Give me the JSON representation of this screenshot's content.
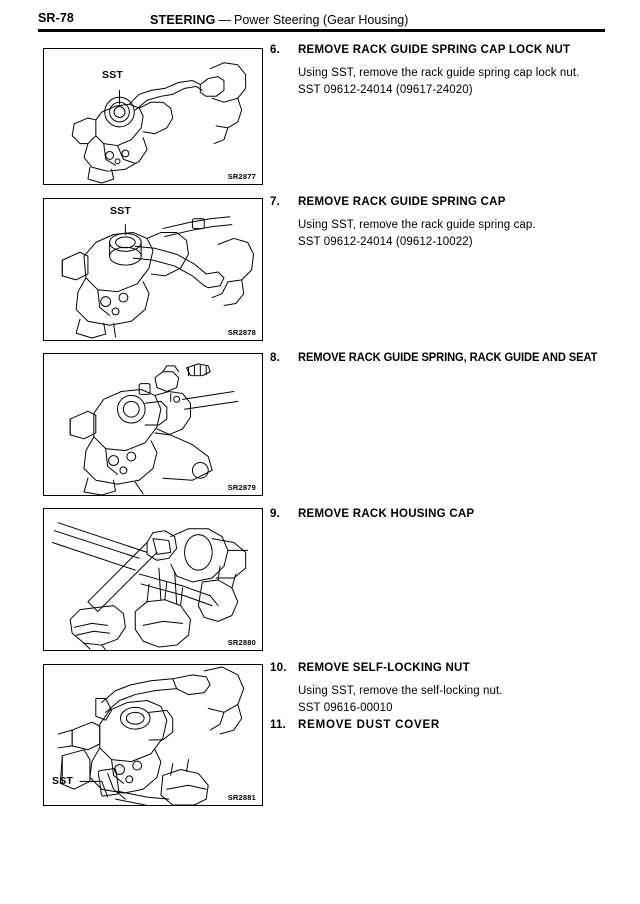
{
  "header": {
    "page_number": "SR-78",
    "title_main": "STEERING",
    "title_dash": "—",
    "title_sub": "Power Steering (Gear Housing)"
  },
  "figures": [
    {
      "id": "SR2877",
      "label": "SST",
      "caption_for_step": "6"
    },
    {
      "id": "SR2878",
      "label": "SST",
      "caption_for_step": "7"
    },
    {
      "id": "SR2879",
      "label": "",
      "caption_for_step": "8"
    },
    {
      "id": "SR2880",
      "label": "",
      "caption_for_step": "9"
    },
    {
      "id": "SR2881",
      "label": "SST",
      "caption_for_step": "10"
    }
  ],
  "steps": [
    {
      "number": "6.",
      "title": "REMOVE RACK GUIDE SPRING CAP LOCK NUT",
      "lines": [
        "Using SST, remove the rack guide spring cap lock nut.",
        "SST 09612-24014 (09617-24020)"
      ]
    },
    {
      "number": "7.",
      "title": "REMOVE RACK GUIDE SPRING CAP",
      "lines": [
        "Using SST, remove the rack guide spring cap.",
        "SST 09612-24014 (09612-10022)"
      ]
    },
    {
      "number": "8.",
      "title": "REMOVE RACK GUIDE SPRING, RACK GUIDE AND SEAT",
      "lines": []
    },
    {
      "number": "9.",
      "title": "REMOVE RACK HOUSING CAP",
      "lines": []
    },
    {
      "number": "10.",
      "title": "REMOVE SELF-LOCKING NUT",
      "lines": [
        "Using SST, remove the self-locking nut.",
        "SST 09616-00010"
      ]
    },
    {
      "number": "11.",
      "title": "REMOVE DUST COVER",
      "lines": []
    }
  ]
}
